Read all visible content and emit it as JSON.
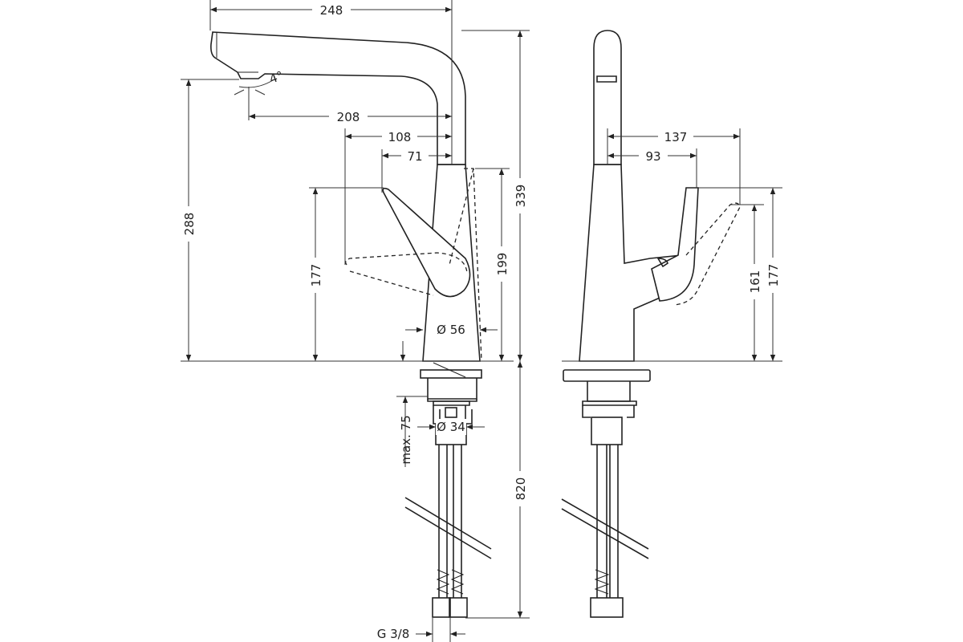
{
  "dimensions": {
    "d248": "248",
    "d208": "208",
    "d108": "108",
    "d71": "71",
    "d339": "339",
    "d288": "288",
    "d177_front": "177",
    "d199": "199",
    "d56": "Ø 56",
    "d34": "Ø 34",
    "max75": "max. 75",
    "d820": "820",
    "g38": "G 3/8",
    "angle": "4°",
    "d137": "137",
    "d93": "93",
    "d161": "161",
    "d177_side": "177"
  }
}
